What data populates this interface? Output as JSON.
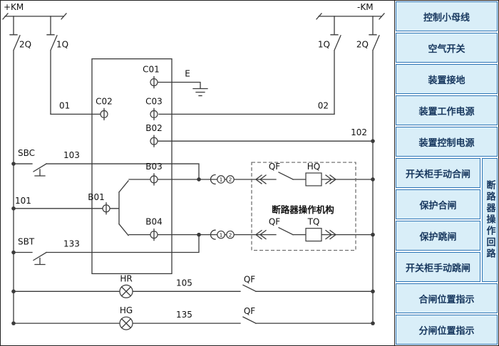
{
  "colors": {
    "cell_fill": "#d9eef8",
    "cell_border": "#2e75b6",
    "cell_text": "#17375e",
    "line": "#3a3a3a",
    "background": "#ffffff"
  },
  "sidebar": {
    "rows": [
      "控制小母线",
      "空气开关",
      "装置接地",
      "装置工作电源",
      "装置控制电源",
      "开关柜手动合闸",
      "保护合闸",
      "保护跳闸",
      "开关柜手动跳闸",
      "合闸位置指示",
      "分闸位置指示"
    ],
    "strip": "断路器操作回路"
  },
  "diagram": {
    "labels": {
      "km_pos": "+KM",
      "km_neg": "-KM",
      "sw_left_outer": "2Q",
      "sw_left_inner": "1Q",
      "sw_right_inner": "1Q",
      "sw_right_outer": "2Q",
      "c01": "C01",
      "c02": "C02",
      "c03": "C03",
      "b01": "B01",
      "b02": "B02",
      "b03": "B03",
      "b04": "B04",
      "earth": "E",
      "w01": "01",
      "w02": "02",
      "w101": "101",
      "w102": "102",
      "w103": "103",
      "w133": "133",
      "w105": "105",
      "w135": "135",
      "sbc": "SBC",
      "sbt": "SBT",
      "qf_close": "QF",
      "hq": "HQ",
      "qf_trip": "QF",
      "tq": "TQ",
      "mechanism": "断路器操作机构",
      "hr": "HR",
      "hg": "HG",
      "qf_hr": "QF",
      "qf_hg": "QF",
      "pin1": "1",
      "pin2": "2"
    }
  }
}
